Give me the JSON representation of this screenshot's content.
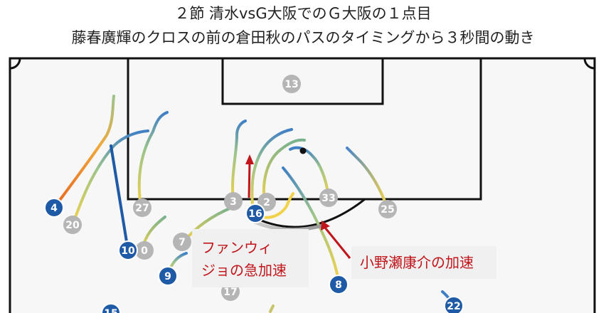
{
  "title_line1": "２節 清水vsG大阪でのＧ大阪の１点目",
  "title_line2": "藤春廣輝のクロスの前の倉田秋のパスのタイミングから３秒間の動き",
  "colors": {
    "team_blue": "#1f5aa6",
    "team_gray": "#b5b5b5",
    "annotation_red": "#c0151b",
    "callout_bg": "#f0f0f0",
    "pitch_bg": "#f7f7f7"
  },
  "players": {
    "blue": [
      "4",
      "10",
      "9",
      "16",
      "8",
      "15",
      "22"
    ],
    "gray": [
      "13",
      "20",
      "27",
      "3",
      "2",
      "33",
      "25",
      "7",
      "0",
      "17"
    ]
  },
  "annotations": {
    "left_line1": "ファンウィ",
    "left_line2": "ジョの急加速",
    "right": "小野瀬康介の加速"
  }
}
